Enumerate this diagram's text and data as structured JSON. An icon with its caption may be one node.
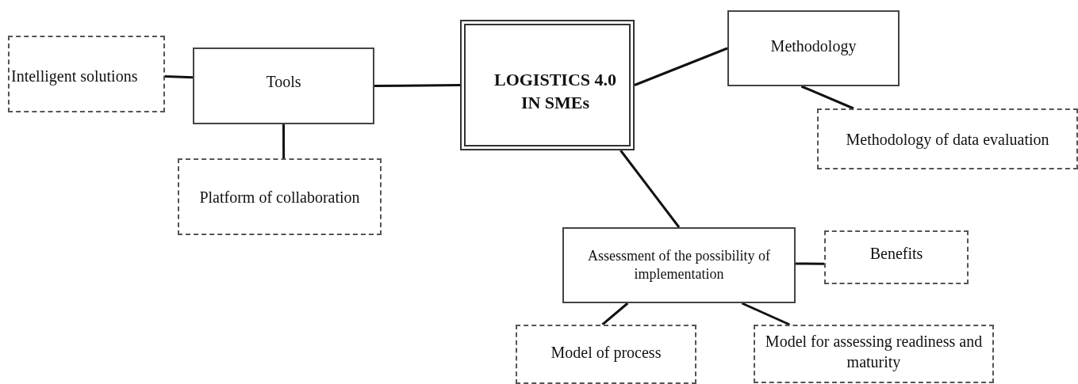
{
  "diagram": {
    "nodes": [
      {
        "text": [
          "LOGISTICS 4.0 IN SMEs"
        ]
      },
      {
        "text": [
          "Tools"
        ]
      },
      {
        "text": [
          "Intelligent solutions"
        ]
      },
      {
        "text": [
          "Platform of collaboration"
        ]
      },
      {
        "text": [
          "Methodology"
        ]
      },
      {
        "text": [
          "Methodology of data evaluation"
        ]
      },
      {
        "text": [
          "Assessment of the possibility of implementation"
        ]
      },
      {
        "text": [
          "Benefits"
        ]
      },
      {
        "text": [
          "Model of process"
        ]
      },
      {
        "text": [
          "Model for assessing readiness and maturity"
        ]
      }
    ],
    "edges": [
      {
        "from": 1,
        "to": 0,
        "arrow": "none"
      },
      {
        "from": 2,
        "to": 1,
        "arrow": "none"
      },
      {
        "from": 1,
        "to": 3,
        "arrow": "none"
      },
      {
        "from": 0,
        "to": 4,
        "arrow": "none"
      },
      {
        "from": 4,
        "to": 5,
        "arrow": "none"
      },
      {
        "from": 0,
        "to": 6,
        "arrow": "none"
      },
      {
        "from": 6,
        "to": 7,
        "arrow": "none"
      },
      {
        "from": 6,
        "to": 8,
        "arrow": "none"
      },
      {
        "from": 6,
        "to": 9,
        "arrow": "none"
      }
    ]
  }
}
